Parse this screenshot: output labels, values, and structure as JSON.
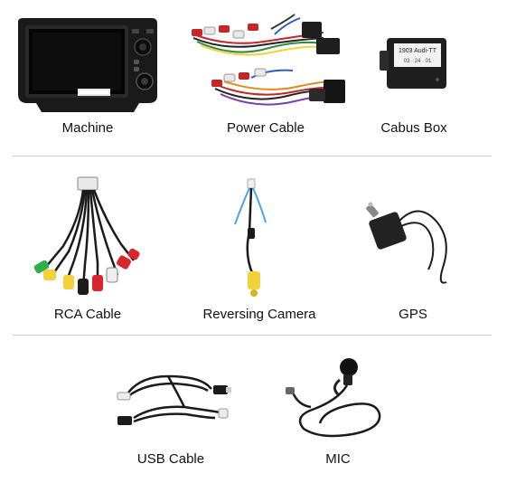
{
  "items": [
    {
      "label": "Machine",
      "icon": "head-unit-icon"
    },
    {
      "label": "Power Cable",
      "icon": "power-cable-icon"
    },
    {
      "label": "Cabus Box",
      "icon": "canbus-box-icon"
    },
    {
      "label": "RCA Cable",
      "icon": "rca-cable-icon"
    },
    {
      "label": "Reversing  Camera",
      "icon": "camera-cable-icon"
    },
    {
      "label": "GPS",
      "icon": "gps-antenna-icon"
    },
    {
      "label": "USB Cable",
      "icon": "usb-cable-icon"
    },
    {
      "label": "MIC",
      "icon": "microphone-icon"
    }
  ],
  "canbus_box": {
    "line1": "1903 Audi-TT",
    "line2": "03 · 24 · 01"
  }
}
